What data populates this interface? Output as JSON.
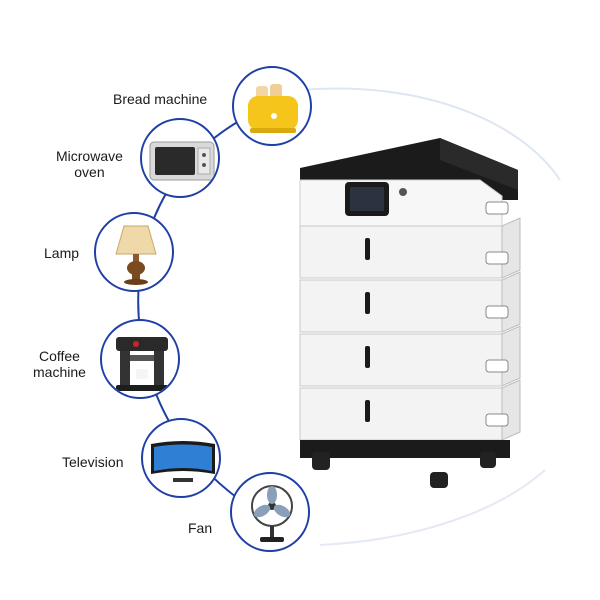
{
  "appliances": [
    {
      "label": "Bread machine",
      "icon": "toaster-icon"
    },
    {
      "label": "Microwave\noven",
      "icon": "microwave-icon"
    },
    {
      "label": "Lamp",
      "icon": "lamp-icon"
    },
    {
      "label": "Coffee\nmachine",
      "icon": "coffee-machine-icon"
    },
    {
      "label": "Television",
      "icon": "television-icon"
    },
    {
      "label": "Fan",
      "icon": "fan-icon"
    }
  ],
  "colors": {
    "ring": "#1f3fa6",
    "battery_body": "#f4f4f4",
    "battery_top": "#1b1b1b",
    "toaster": "#f6c51c"
  }
}
